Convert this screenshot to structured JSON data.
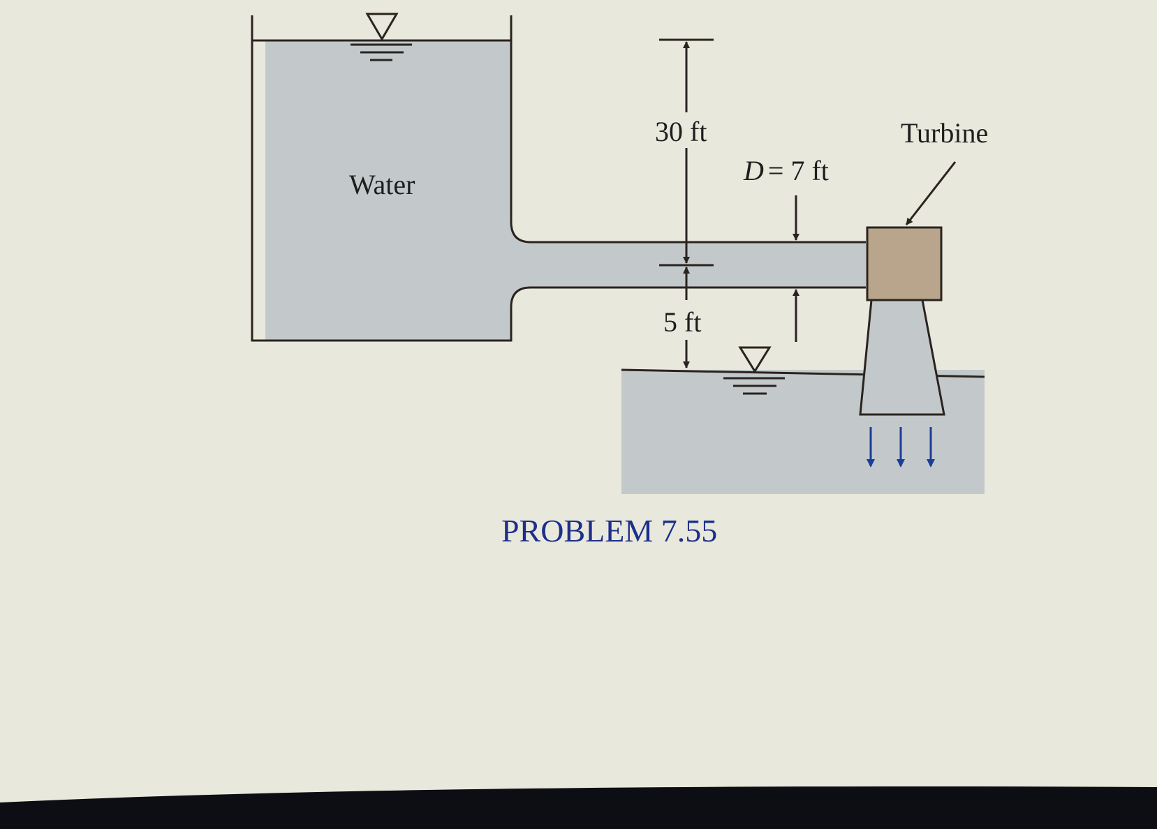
{
  "diagram": {
    "labels": {
      "water": "Water",
      "height_upper": "30 ft",
      "height_lower": "5 ft",
      "pipe_diameter_symbol": "D",
      "pipe_diameter_value": "= 7 ft",
      "turbine": "Turbine"
    },
    "caption": "PROBLEM 7.55"
  },
  "colors": {
    "page": "#e9e8dc",
    "water": "#c3c9ca",
    "turbine": "#b9a58b",
    "outline": "#2a2320",
    "caption": "#1d2f8a",
    "flow_arrows": "#1d3c9a",
    "bottom_band": "#0c0e14"
  }
}
